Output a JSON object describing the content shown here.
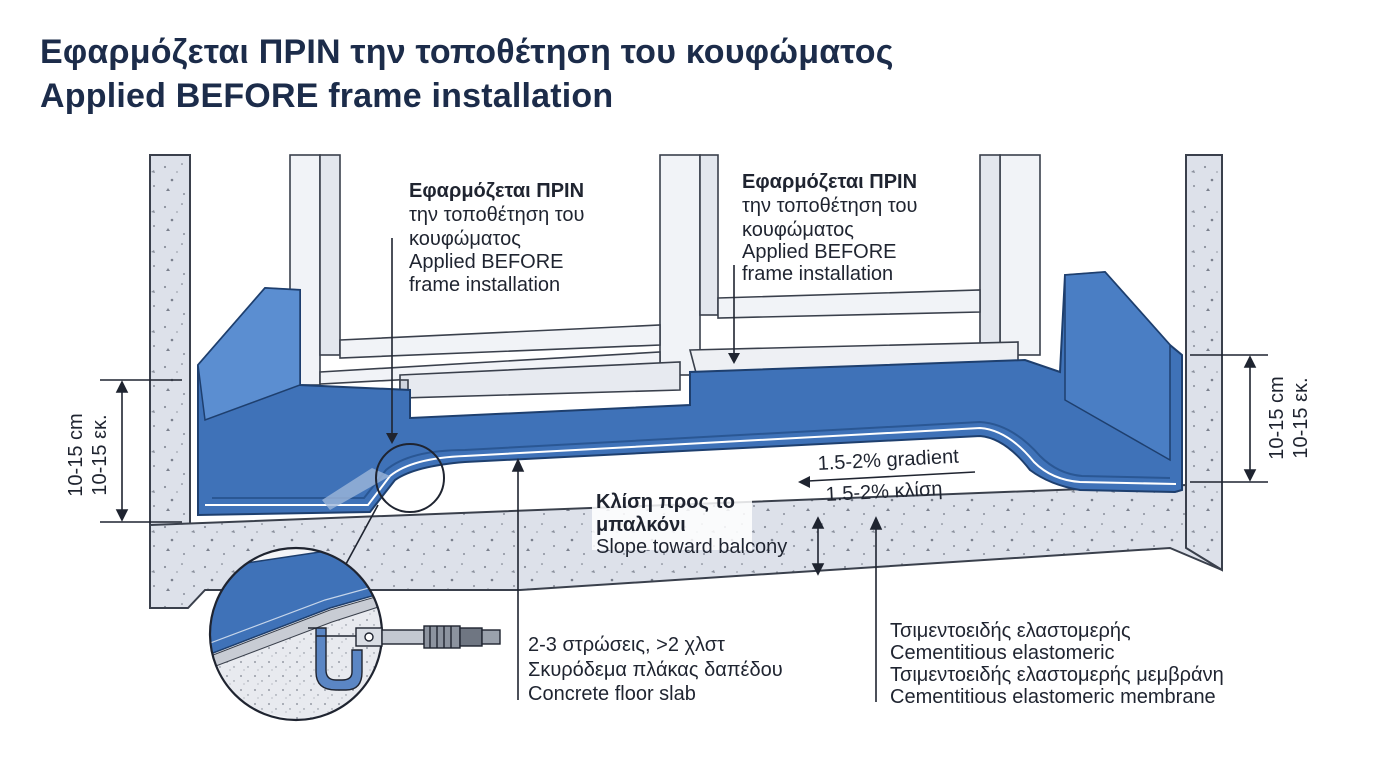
{
  "title": {
    "line_el": "Εφαρμόζεται ΠΡΙΝ την τοποθέτηση του κουφώματος",
    "line_en": "Applied BEFORE frame installation"
  },
  "callout_left": {
    "l1": "Εφαρμόζεται ΠΡΙΝ",
    "l2": "την τοποθέτηση του",
    "l3": "κουφώματος",
    "l4": "Applied BEFORE",
    "l5": "frame installation"
  },
  "callout_right": {
    "l1": "Εφαρμόζεται ΠΡΙΝ",
    "l2": "την τοποθέτηση του",
    "l3": "κουφώματος",
    "l4": "Applied BEFORE",
    "l5": "frame installation"
  },
  "height_left": {
    "l1": "10-15 cm",
    "l2": "10-15 εκ."
  },
  "height_right": {
    "l1": "10-15 cm",
    "l2": "10-15 εκ."
  },
  "gradient": {
    "en": "1.5-2% gradient",
    "el": "1.5-2% κλίση"
  },
  "slope": {
    "el_l1": "Κλίση προς το",
    "el_l2": "μπαλκόνι",
    "en": "Slope toward balcony"
  },
  "coats": {
    "l1": "2-3 στρώσεις, >2 χλστ",
    "l2": "Σκυρόδεμα πλάκας δαπέδου",
    "l3": "Concrete floor slab"
  },
  "membrane": {
    "l1": "Τσιμεντοειδής ελαστομερής",
    "l2": "Cementitious elastomeric",
    "l3": "Τσιμεντοειδής ελαστομερής μεμβράνη",
    "l4": "Cementitious elastomeric membrane"
  },
  "colors": {
    "membrane": "#3f72b8",
    "membrane_dark": "#2a5794",
    "concrete": "#dde1ea",
    "frame": "#f1f3f7",
    "ink": "#1f2430",
    "title": "#1c2c4a"
  },
  "icons": [
    "micrometer-icon",
    "magnifier-circle-icon"
  ]
}
